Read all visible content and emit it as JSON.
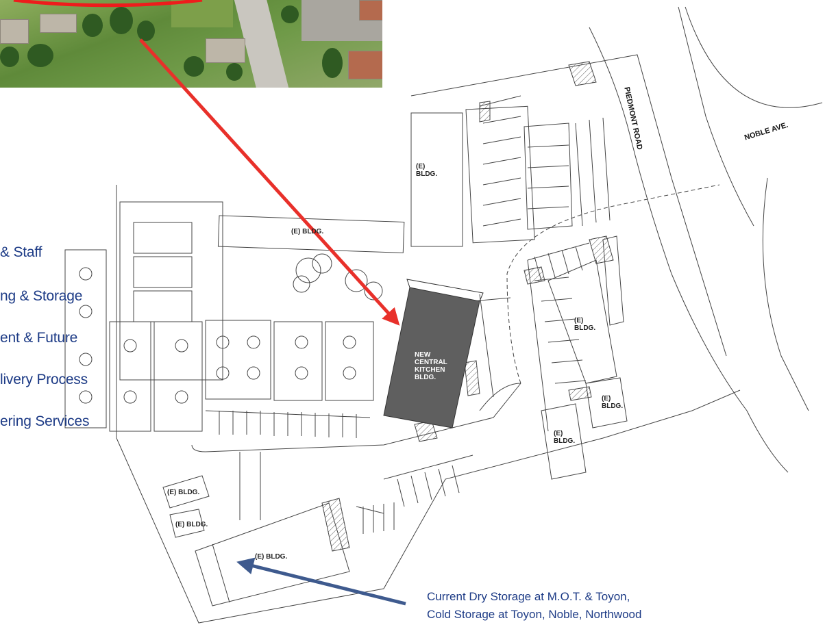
{
  "side_menu": [
    {
      "label": "& Staff"
    },
    {
      "label": "ng & Storage"
    },
    {
      "label": "ent & Future"
    },
    {
      "label": "livery Process"
    },
    {
      "label": "ering Services"
    }
  ],
  "streets": {
    "piedmont": "PIEDMONT ROAD",
    "noble": "NOBLE AVE."
  },
  "buildings": {
    "tall": "(E)\nBLDG.",
    "top_long": "(E) BLDG.",
    "kitchen": "NEW\nCENTRAL\nKITCHEN\nBLDG.",
    "right_large": "(E)\nBLDG.",
    "right_small": "(E)\nBLDG.",
    "right_mid": "(E)\nBLDG.",
    "small_1": "(E) BLDG.",
    "small_2": "(E) BLDG.",
    "bottom_long": "(E) BLDG."
  },
  "caption": {
    "line1": "Current Dry Storage at M.O.T. & Toyon,",
    "line2": "Cold Storage at Toyon, Noble, Northwood"
  },
  "colors": {
    "menu_text": "#1d3b86",
    "red_arrow": "#e8302a",
    "blue_arrow": "#3e5a8e",
    "kitchen_fill": "#5f5f5f"
  }
}
